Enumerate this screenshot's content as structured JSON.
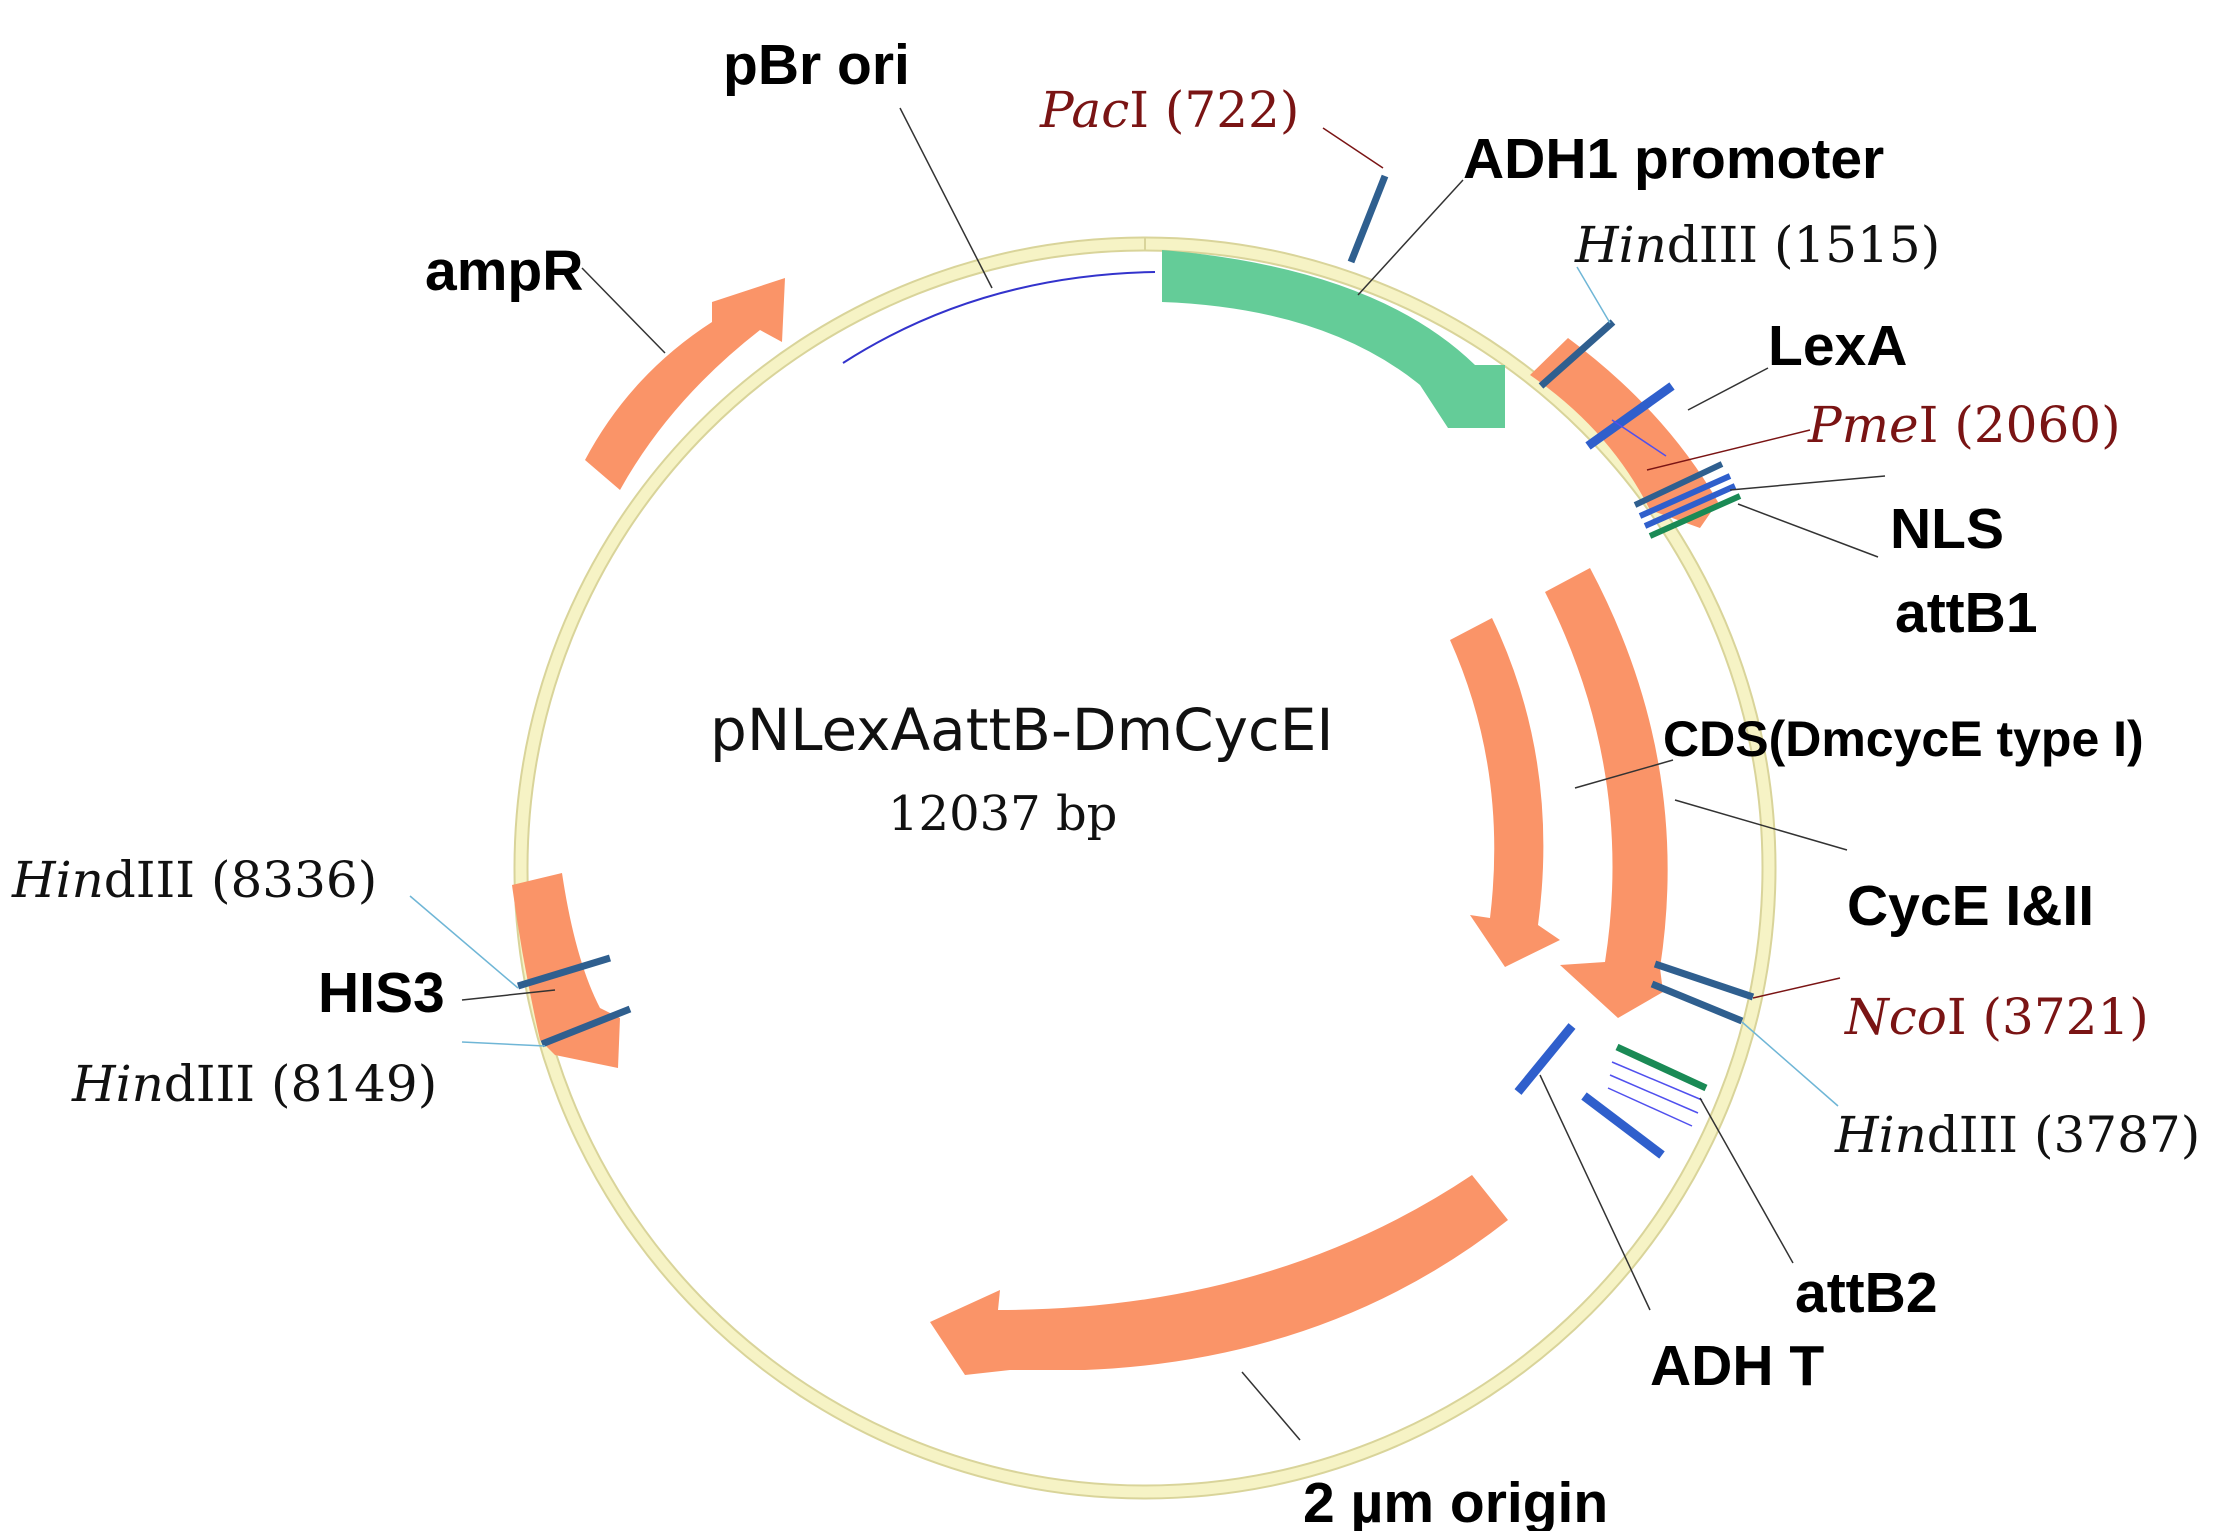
{
  "plasmid": {
    "name": "pNLexAattB-DmCycEI",
    "size_label": "12037 bp"
  },
  "colors": {
    "backbone": "#f6f3c5",
    "backbone_edge": "#d9d49a",
    "orange_feature": "#fa9468",
    "green_feature": "#64cc98",
    "site_mark": "#2f5f8f",
    "bright_mark": "#2f5fcc",
    "att_mark": "#1a8a55",
    "enzyme_text_red": "#7a1414",
    "enzyme_line_blue": "#6fb6d6",
    "ori_line": "#3333cc"
  },
  "features": {
    "pbr_ori": "pBr ori",
    "ampr": "ampR",
    "adh1_promoter": "ADH1 promoter",
    "lexa": "LexA",
    "nls": "NLS",
    "attb1": "attB1",
    "cds": "CDS(DmcycE type I)",
    "cyce": "CycE I&II",
    "attb2": "attB2",
    "adh_t": "ADH T",
    "two_micron": "2 µm origin",
    "his3": "HIS3"
  },
  "sites": {
    "paci": {
      "enzyme_italic": "Pac",
      "enzyme_rest": "I",
      "position": "(722)"
    },
    "hindiii_1515": {
      "enzyme_italic": "Hin",
      "enzyme_rest": "dIII",
      "position": "(1515)"
    },
    "pmei": {
      "enzyme_italic": "Pme",
      "enzyme_rest": "I",
      "position": "(2060)"
    },
    "ncoi": {
      "enzyme_italic": "Nco",
      "enzyme_rest": "I",
      "position": "(3721)"
    },
    "hindiii_3787": {
      "enzyme_italic": "Hin",
      "enzyme_rest": "dIII",
      "position": "(3787)"
    },
    "hindiii_8336": {
      "enzyme_italic": "Hin",
      "enzyme_rest": "dIII",
      "position": "(8336)"
    },
    "hindiii_8149": {
      "enzyme_italic": "Hin",
      "enzyme_rest": "dIII",
      "position": "(8149)"
    }
  }
}
